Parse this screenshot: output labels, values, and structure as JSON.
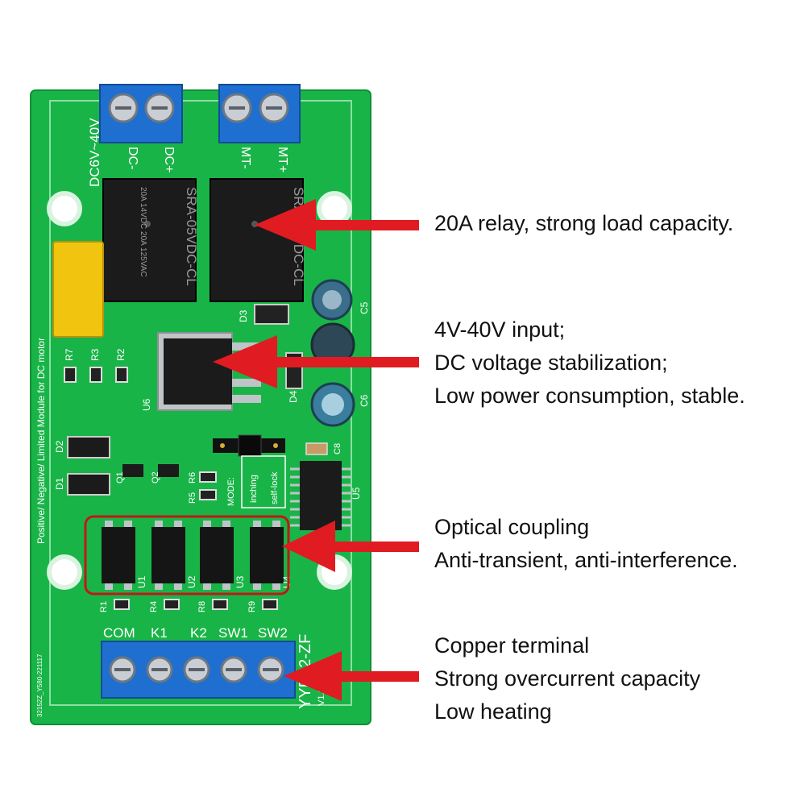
{
  "board": {
    "power_input_label": "DC6V~40V",
    "terminal_dc_labels": [
      "DC-",
      "DC+"
    ],
    "terminal_mt_labels": [
      "MT-",
      "MT+"
    ],
    "relay_text": [
      "SRA-05VDC-CL",
      "SRA-05VDC-CL"
    ],
    "relay_rating": "20A 14VDC  20A 125VAC",
    "side_label": "Positive/ Negative/ Limited  Module for DC motor",
    "component_labels": [
      "R7",
      "R3",
      "R2",
      "U6",
      "D3",
      "C5",
      "D4",
      "C6",
      "D2",
      "D1",
      "Q1",
      "Q2",
      "R6",
      "R5",
      "C8",
      "U5"
    ],
    "mode_label": "MODE:",
    "mode_options": [
      "inching",
      "self-lock"
    ],
    "opto_labels": [
      "U1",
      "U2",
      "U3",
      "U4"
    ],
    "resistor_labels": [
      "R1",
      "R4",
      "R8",
      "R9"
    ],
    "model_label": "YYB02-ZF",
    "version_label": "V1.1",
    "serial_label": "32152Z_Y580-221117",
    "bottom_terminal_labels": [
      "COM",
      "K1",
      "K2",
      "SW1",
      "SW2"
    ]
  },
  "callouts": [
    {
      "id": "relay",
      "lines": [
        "20A relay, strong load capacity."
      ]
    },
    {
      "id": "voltage",
      "lines": [
        "4V-40V input;",
        "DC voltage stabilization;",
        "Low power consumption, stable."
      ]
    },
    {
      "id": "optical",
      "lines": [
        "Optical coupling",
        "Anti-transient, anti-interference."
      ]
    },
    {
      "id": "terminal",
      "lines": [
        "Copper terminal",
        "Strong overcurrent capacity",
        "Low heating"
      ]
    }
  ],
  "colors": {
    "pcb": "#19b447",
    "pcb_dark": "#12a03c",
    "terminal_blue": "#1e6fd0",
    "relay_black": "#1b1b1b",
    "capacitor_blue": "#3a6e8a",
    "arrow_red": "#e01b22",
    "highlight_box": "#c01818",
    "yellow_capacitor": "#f1c40f"
  }
}
